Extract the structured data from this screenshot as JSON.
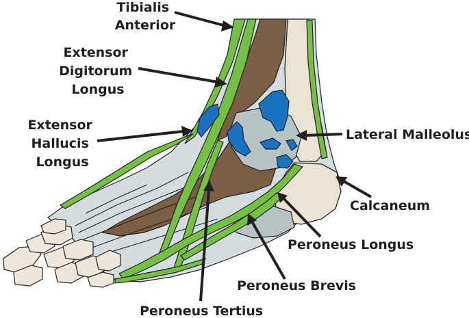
{
  "labels": {
    "tibialis_anterior": [
      "Tibialis",
      "Anterior"
    ],
    "extensor_digitorum_longus": [
      "Extensor",
      "Digitorum",
      "Longus"
    ],
    "extensor_hallucis_longus": [
      "Extensor",
      "Hallucis",
      "Longus"
    ],
    "lateral_malleolus": "Lateral Malleolus",
    "calcaneum": "Calcaneum",
    "peroneus_longus": "Peroneus Longus",
    "peroneus_brevis": "Peroneus Brevis",
    "peroneus_tertius": "Peroneus Tertius"
  },
  "colors": {
    "tendon": "#74c043",
    "bone": "#e9e3d3",
    "muscle": "#7a5f45",
    "soft_tissue": "#d3dcdf",
    "fat_pad": "#1a73c2",
    "outline": "#231f20"
  }
}
